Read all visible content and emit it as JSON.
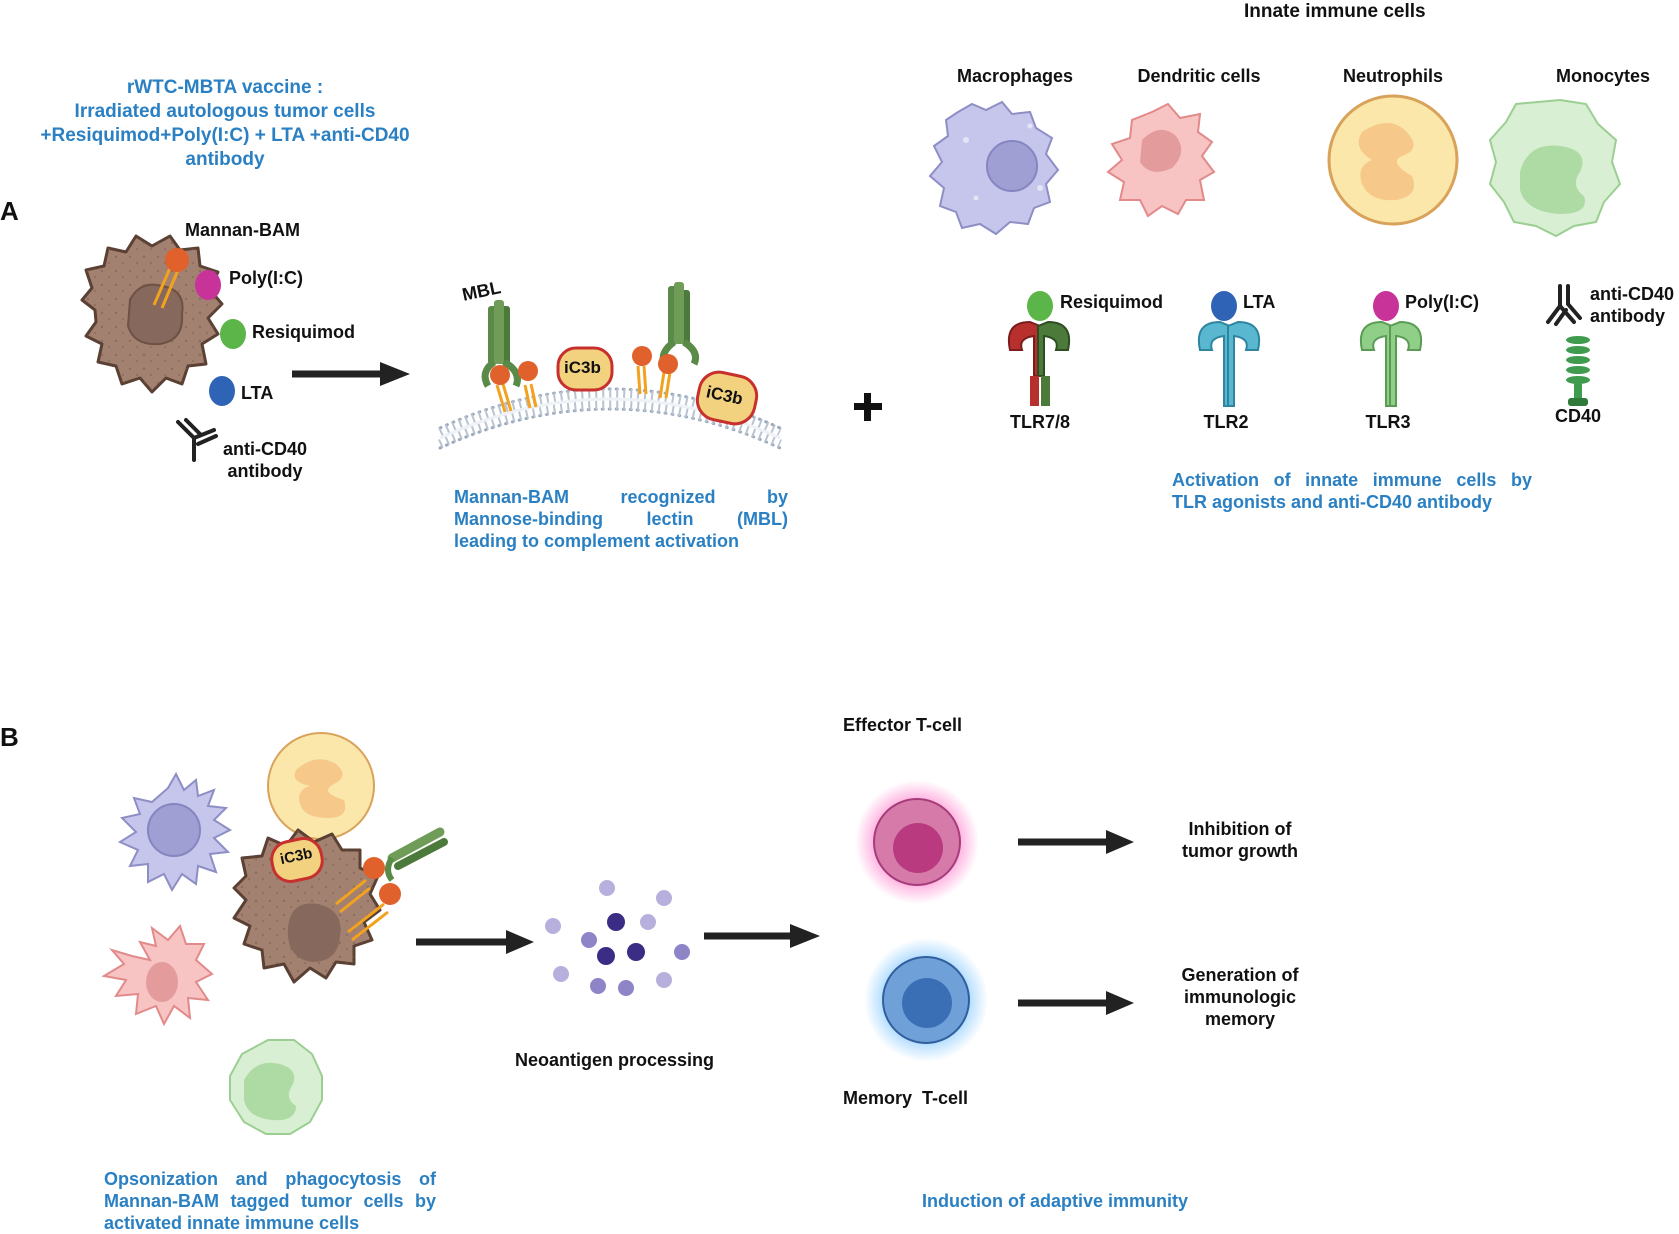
{
  "panel_a": {
    "label": "A",
    "vaccine_title": [
      "rWTC-MBTA vaccine :",
      "Irradiated autologous tumor cells",
      "+Resiquimod+Poly(I:C) + LTA +anti-CD40",
      "antibody"
    ],
    "tumor_labels": {
      "mannan_bam": "Mannan-BAM",
      "poly_ic": "Poly(I:C)",
      "resiquimod": "Resiquimod",
      "lta": "LTA",
      "anti_cd40": [
        "anti-CD40",
        "antibody"
      ]
    },
    "membrane": {
      "mbl": "MBL",
      "ic3b_1": "iC3b",
      "ic3b_2": "iC3b",
      "caption": [
        "Mannan-BAM recognized by",
        "Mannose-binding lectin (MBL)",
        "leading to complement activation"
      ]
    },
    "plus": "+",
    "innate": {
      "title": "Innate immune cells",
      "cells": [
        "Macrophages",
        "Dendritic cells",
        "Neutrophils",
        "Monocytes"
      ],
      "ligands": [
        "Resiquimod",
        "LTA",
        "Poly(I:C)"
      ],
      "antibody": [
        "anti-CD40",
        "antibody"
      ],
      "receptors": [
        "TLR7/8",
        "TLR2",
        "TLR3",
        "CD40"
      ],
      "caption": [
        "Activation of innate immune cells by",
        "TLR agonists and anti-CD40 antibody"
      ]
    }
  },
  "panel_b": {
    "label": "B",
    "ic3b": "iC3b",
    "opsonization_caption": [
      "Opsonization and phagocytosis of",
      "Mannan-BAM tagged tumor cells by",
      "activated innate immune cells"
    ],
    "neoantigen": "Neoantigen processing",
    "effector": "Effector T-cell",
    "memory": "Memory  T-cell",
    "outcome_1": [
      "Inhibition of",
      "tumor growth"
    ],
    "outcome_2": [
      "Generation of",
      "immunologic",
      "memory"
    ],
    "adaptive": "Induction of adaptive immunity"
  },
  "colors": {
    "caption_blue": "#2a80c2",
    "tumor": "#a38170",
    "mannan": "#e0612b",
    "poly_ic": "#c8339a",
    "resiquimod": "#5cb548",
    "lta": "#2f63b5",
    "ic3b_fill": "#f2d27e",
    "ic3b_edge": "#c8302e",
    "effector": "#c84a8c",
    "memory": "#3f78bf"
  }
}
